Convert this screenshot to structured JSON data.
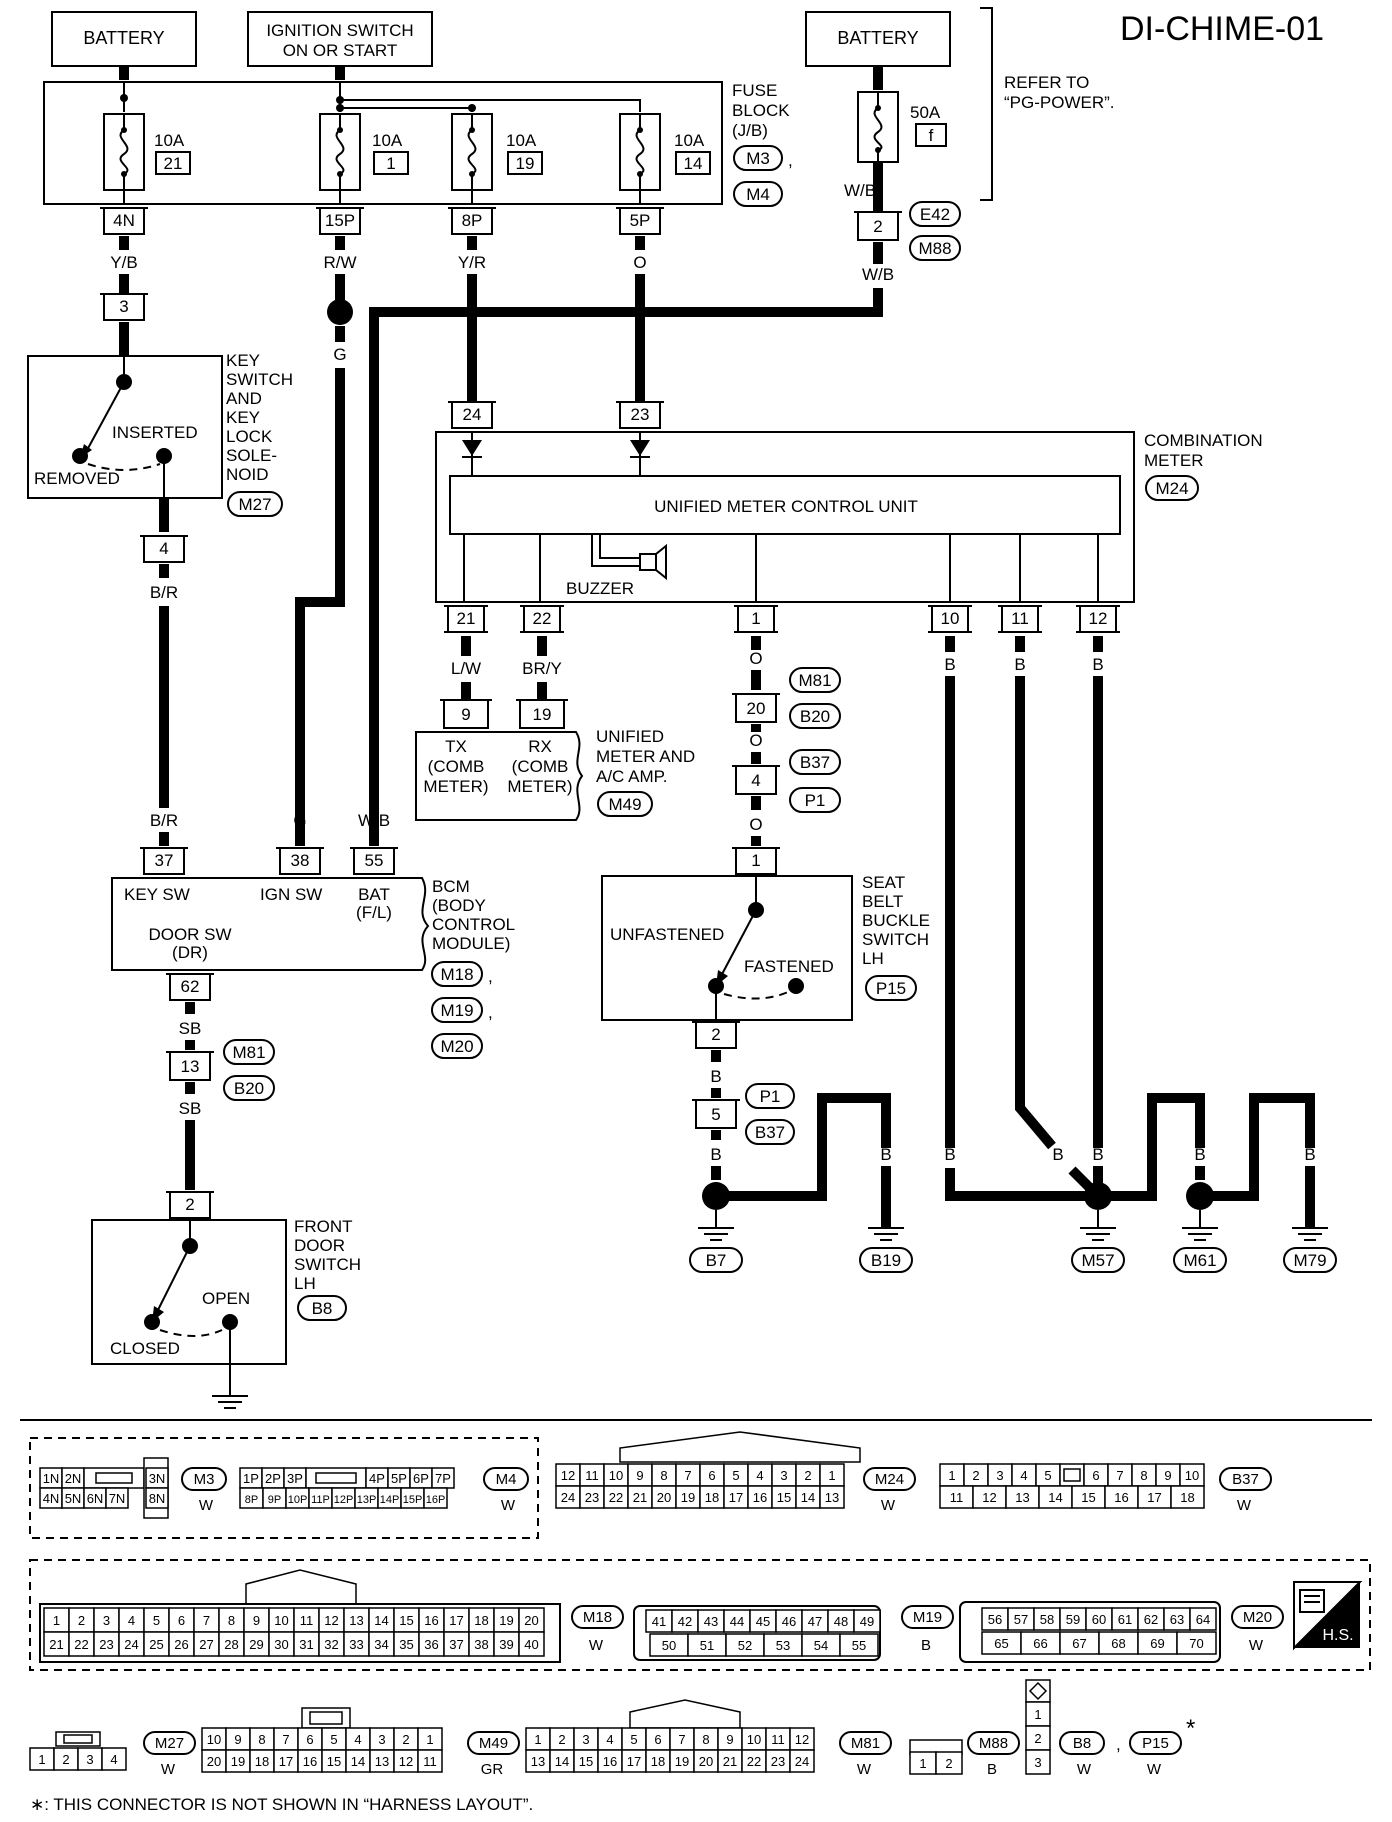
{
  "title": "DI-CHIME-01",
  "power": {
    "battery": "BATTERY",
    "ignition_line1": "IGNITION SWITCH",
    "ignition_line2": "ON OR START",
    "battery2": "BATTERY",
    "refer_line1": "REFER TO",
    "refer_line2": "“PG-POWER”."
  },
  "fuse_block": {
    "label_lines": [
      "FUSE",
      "BLOCK",
      "(J/B)"
    ],
    "conn_a": "M3",
    "conn_b": "M4",
    "sep": ",",
    "fuses": [
      {
        "amp": "10A",
        "num": "21",
        "term": "4N",
        "wire": "Y/B"
      },
      {
        "amp": "10A",
        "num": "1",
        "term": "15P",
        "wire": "R/W"
      },
      {
        "amp": "10A",
        "num": "19",
        "term": "8P",
        "wire": "Y/R"
      },
      {
        "amp": "10A",
        "num": "14",
        "term": "5P",
        "wire": "O"
      }
    ]
  },
  "fusible_link": {
    "amp": "50A",
    "letter": "f",
    "wire": "W/B",
    "term": "2",
    "conn_a": "E42",
    "conn_b": "M88",
    "wire_below": "W/B"
  },
  "key_switch": {
    "term_top": "3",
    "label_lines": [
      "KEY",
      "SWITCH",
      "AND",
      "KEY",
      "LOCK",
      "SOLE-",
      "NOID"
    ],
    "conn": "M27",
    "inserted": "INSERTED",
    "removed": "REMOVED",
    "term_bottom": "4",
    "wire_bottom": "B/R"
  },
  "wire_g": "G",
  "combination_meter": {
    "label_lines": [
      "COMBINATION",
      "METER"
    ],
    "conn": "M24",
    "unit": "UNIFIED METER CONTROL UNIT",
    "buzzer": "BUZZER",
    "term_top_a": "24",
    "term_top_b": "23",
    "terms_bottom": [
      "21",
      "22",
      "1",
      "10",
      "11",
      "12"
    ],
    "wires_bottom": [
      "L/W",
      "BR/Y",
      "O",
      "B",
      "B",
      "B"
    ]
  },
  "ac_amp": {
    "term_a": "9",
    "term_b": "19",
    "tx_lines": [
      "TX",
      "(COMB",
      "METER)"
    ],
    "rx_lines": [
      "RX",
      "(COMB",
      "METER)"
    ],
    "label_lines": [
      "UNIFIED",
      "METER AND",
      "A/C AMP."
    ],
    "conn": "M49"
  },
  "seat_path": {
    "joint1_term": "20",
    "joint1_a": "M81",
    "joint1_b": "B20",
    "wire1": "O",
    "joint2_term": "4",
    "joint2_a": "B37",
    "joint2_b": "P1",
    "wire2": "O"
  },
  "seat_belt": {
    "term_top": "1",
    "unfastened": "UNFASTENED",
    "fastened": "FASTENED",
    "label_lines": [
      "SEAT",
      "BELT",
      "BUCKLE",
      "SWITCH",
      "LH"
    ],
    "conn": "P15",
    "term_bottom": "2",
    "wire": "B",
    "joint_term": "5",
    "joint_a": "P1",
    "joint_b": "B37"
  },
  "bcm": {
    "wire_a": "B/R",
    "wire_b": "G",
    "wire_c": "W/B",
    "terms": [
      "37",
      "38",
      "55"
    ],
    "key_sw": "KEY SW",
    "ign_sw": "IGN SW",
    "bat_line1": "BAT",
    "bat_line2": "(F/L)",
    "door_sw_line1": "DOOR SW",
    "door_sw_line2": "(DR)",
    "label_lines": [
      "BCM",
      "(BODY",
      "CONTROL",
      "MODULE)"
    ],
    "conns": [
      "M18",
      "M19",
      "M20"
    ],
    "sep": ",",
    "term_bottom": "62",
    "wire_bottom": "SB"
  },
  "door_path": {
    "joint_term": "13",
    "joint_a": "M81",
    "joint_b": "B20",
    "wire": "SB"
  },
  "door_switch": {
    "term_top": "2",
    "label_lines": [
      "FRONT",
      "DOOR",
      "SWITCH",
      "LH"
    ],
    "conn": "B8",
    "open": "OPEN",
    "closed": "CLOSED"
  },
  "grounds": {
    "wire": "B",
    "labels": [
      "B7",
      "B19",
      "M57",
      "M61",
      "M79"
    ]
  },
  "connectors": {
    "c1_top": [
      "1N",
      "2N",
      "",
      "3N"
    ],
    "c1_bottom": [
      "4N",
      "5N",
      "6N",
      "7N",
      "8N"
    ],
    "c1_name": "M3",
    "c1_color": "W",
    "c2_top": [
      "1P",
      "2P",
      "3P",
      "",
      "4P",
      "5P",
      "6P",
      "7P"
    ],
    "c2_bottom": [
      "8P",
      "9P",
      "10P",
      "11P",
      "12P",
      "13P",
      "14P",
      "15P",
      "16P"
    ],
    "c2_name": "M4",
    "c2_color": "W",
    "m24_top": [
      "12",
      "11",
      "10",
      "9",
      "8",
      "7",
      "6",
      "5",
      "4",
      "3",
      "2",
      "1"
    ],
    "m24_bottom": [
      "24",
      "23",
      "22",
      "21",
      "20",
      "19",
      "18",
      "17",
      "16",
      "15",
      "14",
      "13"
    ],
    "m24_name": "M24",
    "m24_color": "W",
    "b37_top": [
      "1",
      "2",
      "3",
      "4",
      "5",
      "",
      "6",
      "7",
      "8",
      "9",
      "10"
    ],
    "b37_bottom": [
      "11",
      "12",
      "13",
      "14",
      "15",
      "16",
      "17",
      "18"
    ],
    "b37_name": "B37",
    "b37_color": "W",
    "m18_top": [
      "1",
      "2",
      "3",
      "4",
      "5",
      "6",
      "7",
      "8",
      "9",
      "10",
      "11",
      "12",
      "13",
      "14",
      "15",
      "16",
      "17",
      "18",
      "19",
      "20"
    ],
    "m18_bottom": [
      "21",
      "22",
      "23",
      "24",
      "25",
      "26",
      "27",
      "28",
      "29",
      "30",
      "31",
      "32",
      "33",
      "34",
      "35",
      "36",
      "37",
      "38",
      "39",
      "40"
    ],
    "m18_name": "M18",
    "m18_color": "W",
    "m19_top": [
      "41",
      "42",
      "43",
      "44",
      "45",
      "46",
      "47",
      "48",
      "49"
    ],
    "m19_bottom": [
      "50",
      "51",
      "52",
      "53",
      "54",
      "55"
    ],
    "m19_name": "M19",
    "m19_color": "B",
    "m20_top": [
      "56",
      "57",
      "58",
      "59",
      "60",
      "61",
      "62",
      "63",
      "64"
    ],
    "m20_bottom": [
      "65",
      "66",
      "67",
      "68",
      "69",
      "70"
    ],
    "m20_name": "M20",
    "m20_color": "W",
    "hs": "H.S.",
    "m27_bottom": [
      "1",
      "2",
      "3",
      "4"
    ],
    "m27_name": "M27",
    "m27_color": "W",
    "m49_top": [
      "10",
      "9",
      "8",
      "7",
      "6",
      "5",
      "4",
      "3",
      "2",
      "1"
    ],
    "m49_bottom": [
      "20",
      "19",
      "18",
      "17",
      "16",
      "15",
      "14",
      "13",
      "12",
      "11"
    ],
    "m49_name": "M49",
    "m49_color": "GR",
    "m81_top": [
      "1",
      "2",
      "3",
      "4",
      "5",
      "6",
      "7",
      "8",
      "9",
      "10",
      "11",
      "12"
    ],
    "m81_bottom": [
      "13",
      "14",
      "15",
      "16",
      "17",
      "18",
      "19",
      "20",
      "21",
      "22",
      "23",
      "24"
    ],
    "m81_name": "M81",
    "m81_color": "W",
    "m88_cells": [
      "1",
      "2"
    ],
    "m88_name": "M88",
    "m88_color": "B",
    "b8_cells": [
      "1",
      "2",
      "3"
    ],
    "b8_name": "B8",
    "b8_color": "W",
    "p15_name": "P15",
    "p15_color": "W",
    "sep": ",",
    "star": "*"
  },
  "footnote": "∗: THIS CONNECTOR IS NOT SHOWN IN “HARNESS LAYOUT”."
}
